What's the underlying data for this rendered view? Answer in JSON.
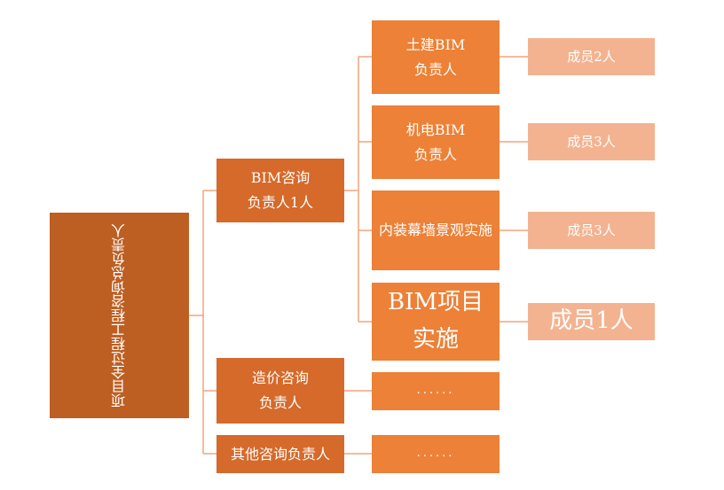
{
  "root": {
    "label": "项目全过程工程咨询总负责人"
  },
  "level1": [
    {
      "label": "BIM咨询\n负责人1人"
    },
    {
      "label": "造价咨询\n负责人"
    },
    {
      "label": "其他咨询负责人"
    }
  ],
  "bim_children": [
    {
      "label": "土建BIM\n负责人",
      "member": "成员2人"
    },
    {
      "label": "机电BIM\n负责人",
      "member": "成员3人"
    },
    {
      "label": "内装幕墙景观实施",
      "member": "成员3人"
    },
    {
      "label": "BIM项目\n实施",
      "member": "成员1人"
    }
  ],
  "cost_child": {
    "label": "......"
  },
  "other_child": {
    "label": "......"
  },
  "colors": {
    "root": "#bd5f22",
    "level1": "#d56a2a",
    "level2": "#ec8137",
    "member": "#f3b391",
    "connector": "#f0a57c"
  }
}
